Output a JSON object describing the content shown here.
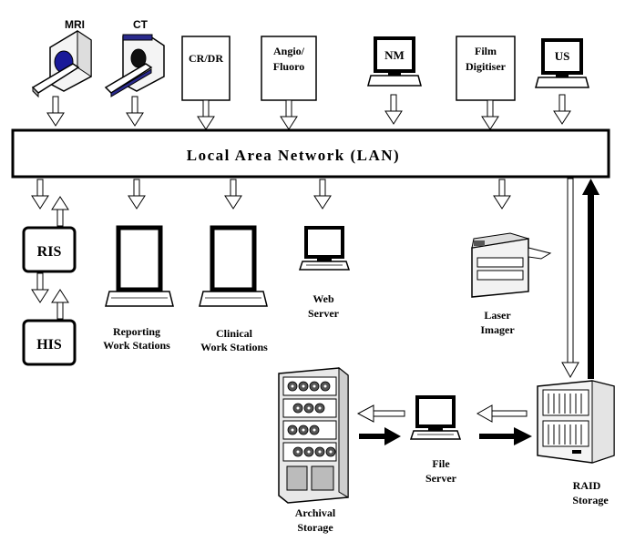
{
  "modalities": {
    "mri": "MRI",
    "ct": "CT",
    "crdr": "CR/DR",
    "angio_line1": "Angio/",
    "angio_line2": "Fluoro",
    "nm": "NM",
    "film_line1": "Film",
    "film_line2": "Digitiser",
    "us": "US"
  },
  "lan": {
    "label": "Local Area Network (LAN)"
  },
  "systems": {
    "ris": "RIS",
    "his": "HIS"
  },
  "stations": {
    "reporting_line1": "Reporting",
    "reporting_line2": "Work Stations",
    "clinical_line1": "Clinical",
    "clinical_line2": "Work Stations",
    "web_line1": "Web",
    "web_line2": "Server",
    "laser_line1": "Laser",
    "laser_line2": "Imager"
  },
  "storage": {
    "archival_line1": "Archival",
    "archival_line2": "Storage",
    "file_line1": "File",
    "file_line2": "Server",
    "raid_line1": "RAID",
    "raid_line2": "Storage"
  },
  "colors": {
    "ct_accent": "#2a2a8c",
    "mri_accent": "#1a1a99"
  }
}
